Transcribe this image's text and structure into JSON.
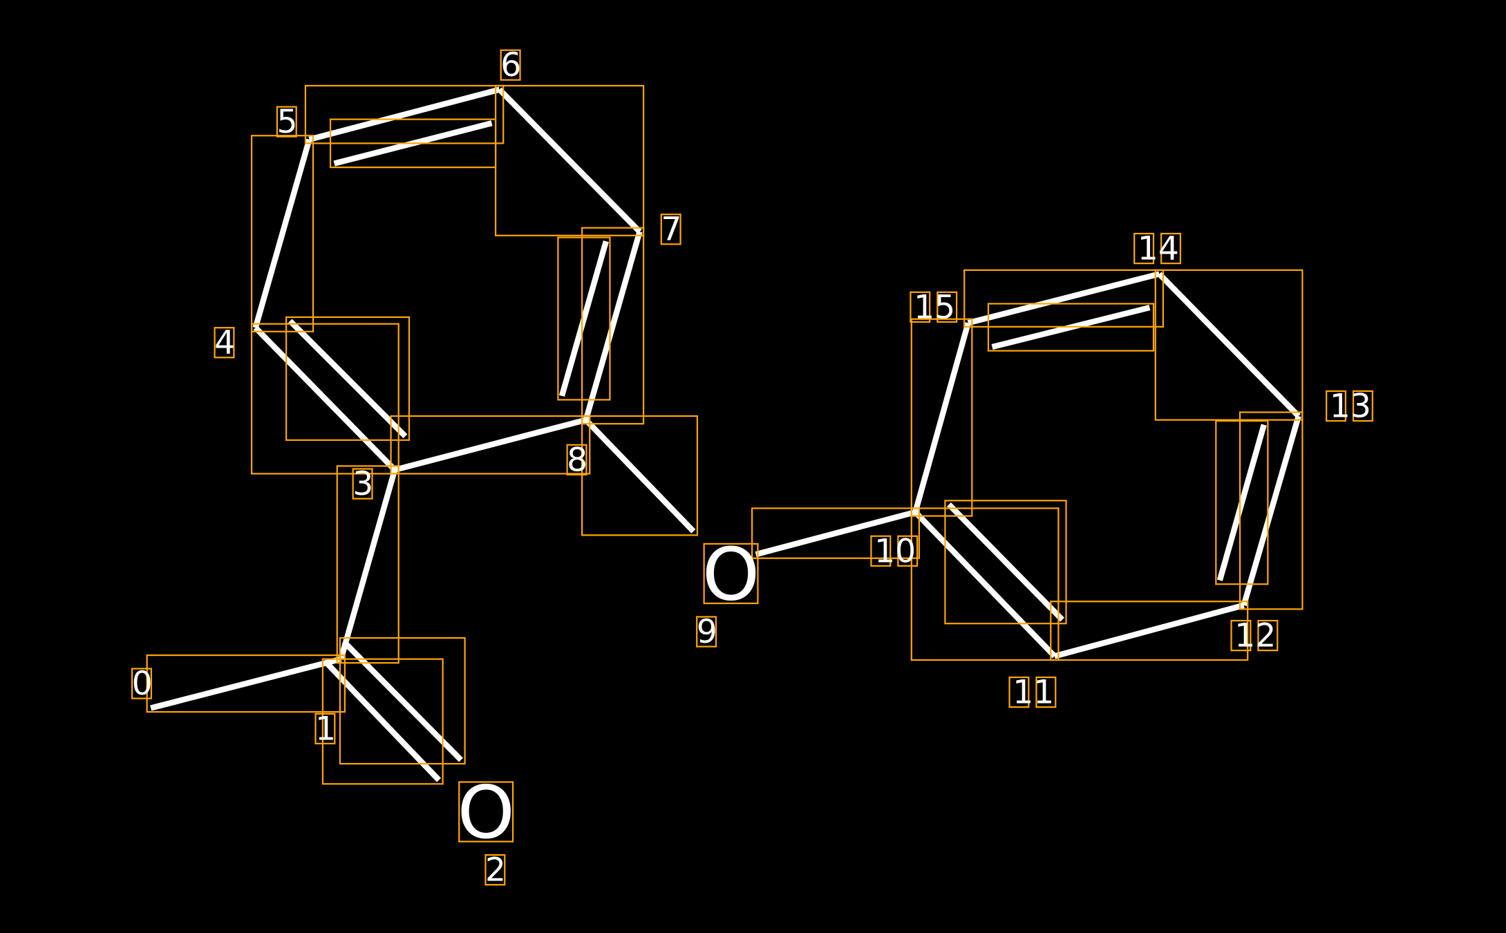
{
  "diagram": {
    "type": "molecule-annotation",
    "colors": {
      "background": "#000000",
      "bond": "#FFFFFF",
      "box": "#FFA500",
      "text": "#FFFFFF"
    },
    "atoms": [
      {
        "index": "0",
        "symbol": ""
      },
      {
        "index": "1",
        "symbol": ""
      },
      {
        "index": "2",
        "symbol": "O"
      },
      {
        "index": "3",
        "symbol": ""
      },
      {
        "index": "4",
        "symbol": ""
      },
      {
        "index": "5",
        "symbol": ""
      },
      {
        "index": "6",
        "symbol": ""
      },
      {
        "index": "7",
        "symbol": ""
      },
      {
        "index": "8",
        "symbol": ""
      },
      {
        "index": "9",
        "symbol": "O"
      },
      {
        "index": "10",
        "symbol": ""
      },
      {
        "index": "11",
        "symbol": ""
      },
      {
        "index": "12",
        "symbol": ""
      },
      {
        "index": "13",
        "symbol": ""
      },
      {
        "index": "14",
        "symbol": ""
      },
      {
        "index": "15",
        "symbol": ""
      }
    ],
    "bonds": [
      {
        "from": 0,
        "to": 1,
        "order": 1
      },
      {
        "from": 1,
        "to": 2,
        "order": 2
      },
      {
        "from": 1,
        "to": 3,
        "order": 1
      },
      {
        "from": 3,
        "to": 4,
        "order": 2
      },
      {
        "from": 4,
        "to": 5,
        "order": 1
      },
      {
        "from": 5,
        "to": 6,
        "order": 2
      },
      {
        "from": 6,
        "to": 7,
        "order": 1
      },
      {
        "from": 7,
        "to": 8,
        "order": 2
      },
      {
        "from": 8,
        "to": 3,
        "order": 1
      },
      {
        "from": 8,
        "to": 9,
        "order": 1
      },
      {
        "from": 9,
        "to": 10,
        "order": 1
      },
      {
        "from": 10,
        "to": 11,
        "order": 2
      },
      {
        "from": 11,
        "to": 12,
        "order": 1
      },
      {
        "from": 12,
        "to": 13,
        "order": 2
      },
      {
        "from": 13,
        "to": 14,
        "order": 1
      },
      {
        "from": 14,
        "to": 15,
        "order": 2
      },
      {
        "from": 15,
        "to": 10,
        "order": 1
      }
    ]
  }
}
